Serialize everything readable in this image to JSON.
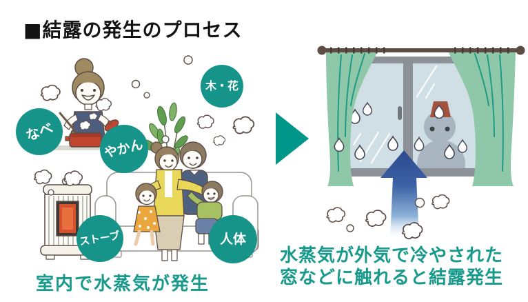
{
  "title": "■結露の発生のプロセス",
  "indoor_scene": {
    "caption": "室内で水蒸気が発生",
    "source_labels": [
      {
        "id": "nabe",
        "text": "なべ"
      },
      {
        "id": "yakan",
        "text": "やかん"
      },
      {
        "id": "trees-flowers",
        "text": "木・花"
      },
      {
        "id": "stove",
        "text": "ストーブ"
      },
      {
        "id": "human-body",
        "text": "人体"
      }
    ]
  },
  "window_scene": {
    "caption_line1": "水蒸気が外気で冷やされた",
    "caption_line2": "窓などに触れると結露発生"
  },
  "colors": {
    "label_circle": "#17948a",
    "label_text": "#ffffff",
    "caption_text": "#17998b",
    "title_text": "#141414",
    "process_arrow": "#00968a",
    "cold_air_arrow_dark": "#2c4a8f",
    "curtain_green": "#8fc7a9",
    "curtain_fold": "#1f9a86",
    "curtain_rod_brown": "#5d4e45",
    "window_frame_gray": "#8b9196",
    "window_glass_blue": "#cfdfe5",
    "snowman_gray": "#a9b6c1",
    "snowman_hat_red": "#a3523f",
    "pot_red": "#c0452f",
    "stove_flame_orange": "#d4502e",
    "droplet_white": "#ffffff"
  },
  "icons": {
    "process_arrow": "right-triangle-arrow-icon",
    "cold_air_arrow": "up-arrow-icon",
    "steam": "steam-cloud-icon",
    "condensation": "water-droplet-icon",
    "snowman": "snowman-icon"
  }
}
